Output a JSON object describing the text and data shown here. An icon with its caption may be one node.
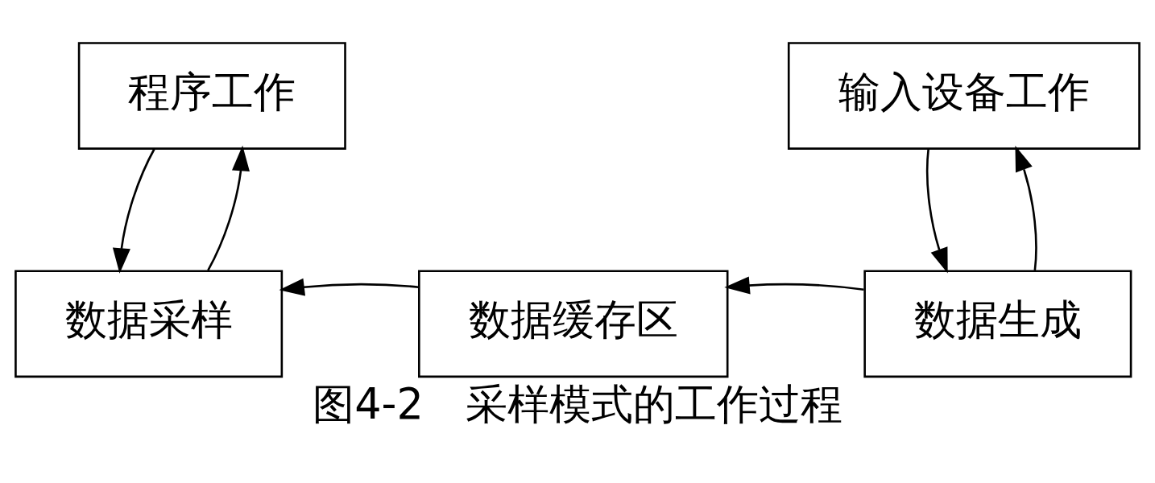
{
  "diagram": {
    "caption": "图4-2　采样模式的工作过程",
    "nodes": [
      {
        "text": [
          "程序工作"
        ]
      },
      {
        "text": [
          "数据采样"
        ]
      },
      {
        "text": [
          "数据缓存区"
        ]
      },
      {
        "text": [
          "输入设备工作"
        ]
      },
      {
        "text": [
          "数据生成"
        ]
      }
    ],
    "edges": [
      {
        "from": 0,
        "to": 1,
        "arrow": "to"
      },
      {
        "from": 1,
        "to": 0,
        "arrow": "to"
      },
      {
        "from": 3,
        "to": 4,
        "arrow": "to"
      },
      {
        "from": 4,
        "to": 3,
        "arrow": "to"
      },
      {
        "from": 4,
        "to": 2,
        "arrow": "to"
      },
      {
        "from": 2,
        "to": 1,
        "arrow": "to"
      }
    ]
  }
}
